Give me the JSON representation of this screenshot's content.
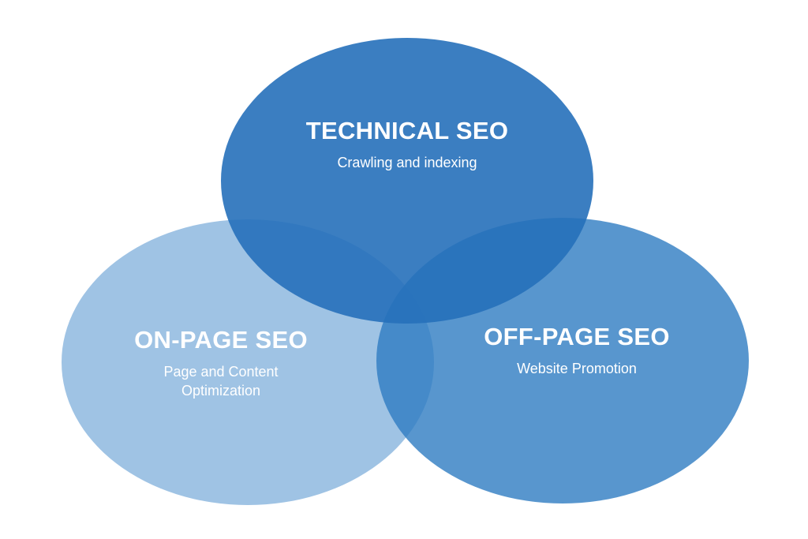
{
  "diagram": {
    "technical": {
      "title": "TECHNICAL SEO",
      "subtitle": "Crawling and indexing",
      "color": "#2670ba"
    },
    "onpage": {
      "title": "ON-PAGE SEO",
      "subtitle": "Page and Content Optimization",
      "color": "#9fc3e4"
    },
    "offpage": {
      "title": "OFF-PAGE SEO",
      "subtitle": "Website Promotion",
      "color": "#2e7cc2"
    }
  }
}
